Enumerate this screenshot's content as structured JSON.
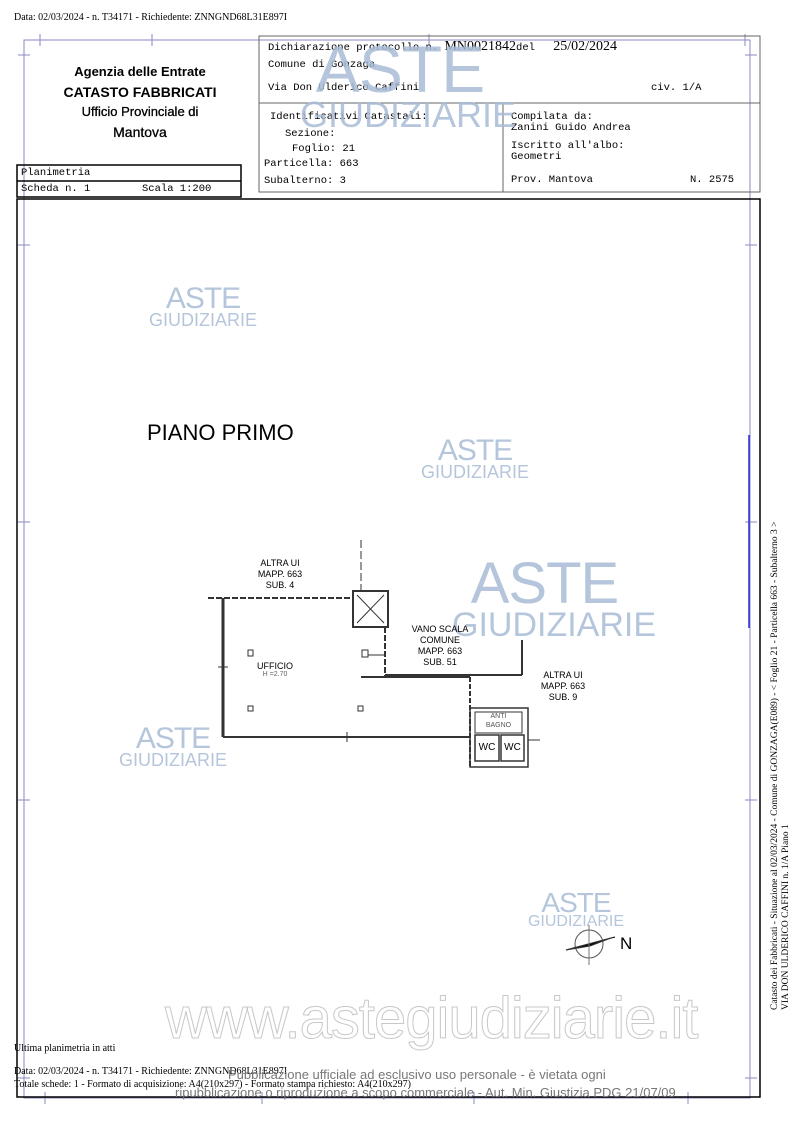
{
  "top_header": "Data: 02/03/2024 - n. T34171 - Richiedente: ZNNGND68L31E897I",
  "office": {
    "line1": "Agenzia delle Entrate",
    "line2": "CATASTO FABBRICATI",
    "line3": "Ufficio Provinciale di",
    "line4": "Mantova"
  },
  "sheet": {
    "type": "Planimetria",
    "scheda": "Scheda n. 1",
    "scala": "Scala 1:200"
  },
  "declaration": {
    "prefix": "Dichiarazione protocollo n.",
    "number": "MN0021842",
    "del": "del",
    "date": "25/02/2024",
    "comune": "Comune di Gonzaga",
    "address": "Via Don Ulderico Caffini",
    "civ": "civ. 1/A"
  },
  "identifiers": {
    "title": "Identificativi Catastali:",
    "sezione": "Sezione:",
    "foglio": "Foglio: 21",
    "particella": "Particella: 663",
    "subalterno": "Subalterno: 3"
  },
  "compiler": {
    "label": "Compilata da:",
    "name": "Zanini Guido Andrea",
    "albo_label": "Iscritto all'albo:",
    "albo": "Geometri",
    "prov": "Prov. Mantova",
    "n": "N. 2575"
  },
  "plan": {
    "floor_title": "PIANO PRIMO",
    "altra_ui_4": [
      "ALTRA UI",
      "MAPP. 663",
      "SUB. 4"
    ],
    "vano_scala": [
      "VANO SCALA",
      "COMUNE",
      "MAPP. 663",
      "SUB. 51"
    ],
    "altra_ui_9": [
      "ALTRA UI",
      "MAPP. 663",
      "SUB. 9"
    ],
    "ufficio": "UFFICIO",
    "height": "H =2.70",
    "antibagno": [
      "ANTI",
      "BAGNO"
    ],
    "wc": "WC",
    "north": "N"
  },
  "side_text": {
    "line1": "Catasto dei Fabbricati - Situazione al 02/03/2024 - Comune di GONZAGA(E089) - < Foglio 21 - Particella 663 - Subalterno 3 >",
    "line2": "VIA DON ULDERICO CAFFINI n. 1/A Piano 1"
  },
  "watermark": {
    "aste": "ASTE",
    "giudiziarie": "GIUDIZIARIE",
    "site": "www.astegiudiziarie.it",
    "notice1": "Pubblicazione ufficiale ad esclusivo uso personale - è vietata ogni",
    "notice2": "ripubblicazione o riproduzione a scopo commerciale - Aut. Min. Giustizia PDG 21/07/09"
  },
  "footer": {
    "ultima": "Ultima planimetria in atti",
    "data": "Data: 02/03/2024 - n. T34171 - Richiedente: ZNNGND68L31E897I",
    "totale": "Totale schede: 1 - Formato di acquisizione: A4(210x297)  - Formato stampa richiesto: A4(210x297)"
  },
  "colors": {
    "watermark": "#a9bcd6",
    "frame": "#7a7ab0",
    "scale_bar": "#2a2ad0"
  }
}
